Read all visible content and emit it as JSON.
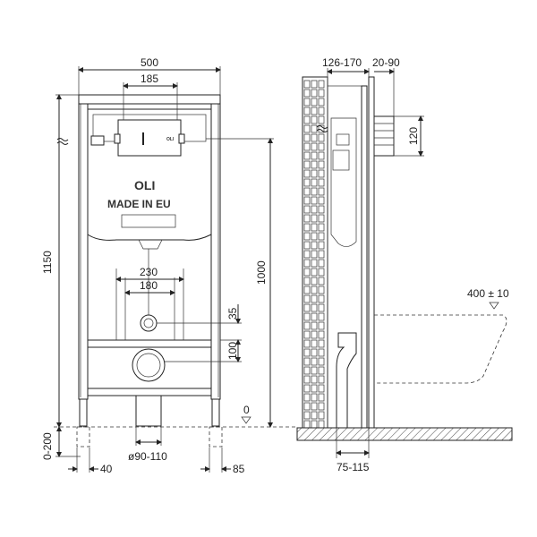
{
  "front_view": {
    "brand_logo": "OLI",
    "made_in": "MADE IN EU",
    "plate_logo": "OLI",
    "dims": {
      "total_width": "500",
      "flush_plate_width": "185",
      "height_total": "1150",
      "height_from_floor": "1000",
      "bolt_spacing_outer": "230",
      "bolt_spacing_inner": "180",
      "supply_offset": "35",
      "drain_height": "100",
      "adjustable_leg": "0-200",
      "leg_offset": "40",
      "drain_diameter": "ø90-110",
      "foot_offset": "85",
      "floor_level": "0"
    }
  },
  "side_view": {
    "dims": {
      "wall_depth": "126-170",
      "finish_depth": "20-90",
      "inlet_height": "120",
      "bowl_height": "400 ± 10",
      "drain_depth": "75-115"
    }
  },
  "icons": [
    "water-supply-icon",
    "floor-level-icon"
  ]
}
